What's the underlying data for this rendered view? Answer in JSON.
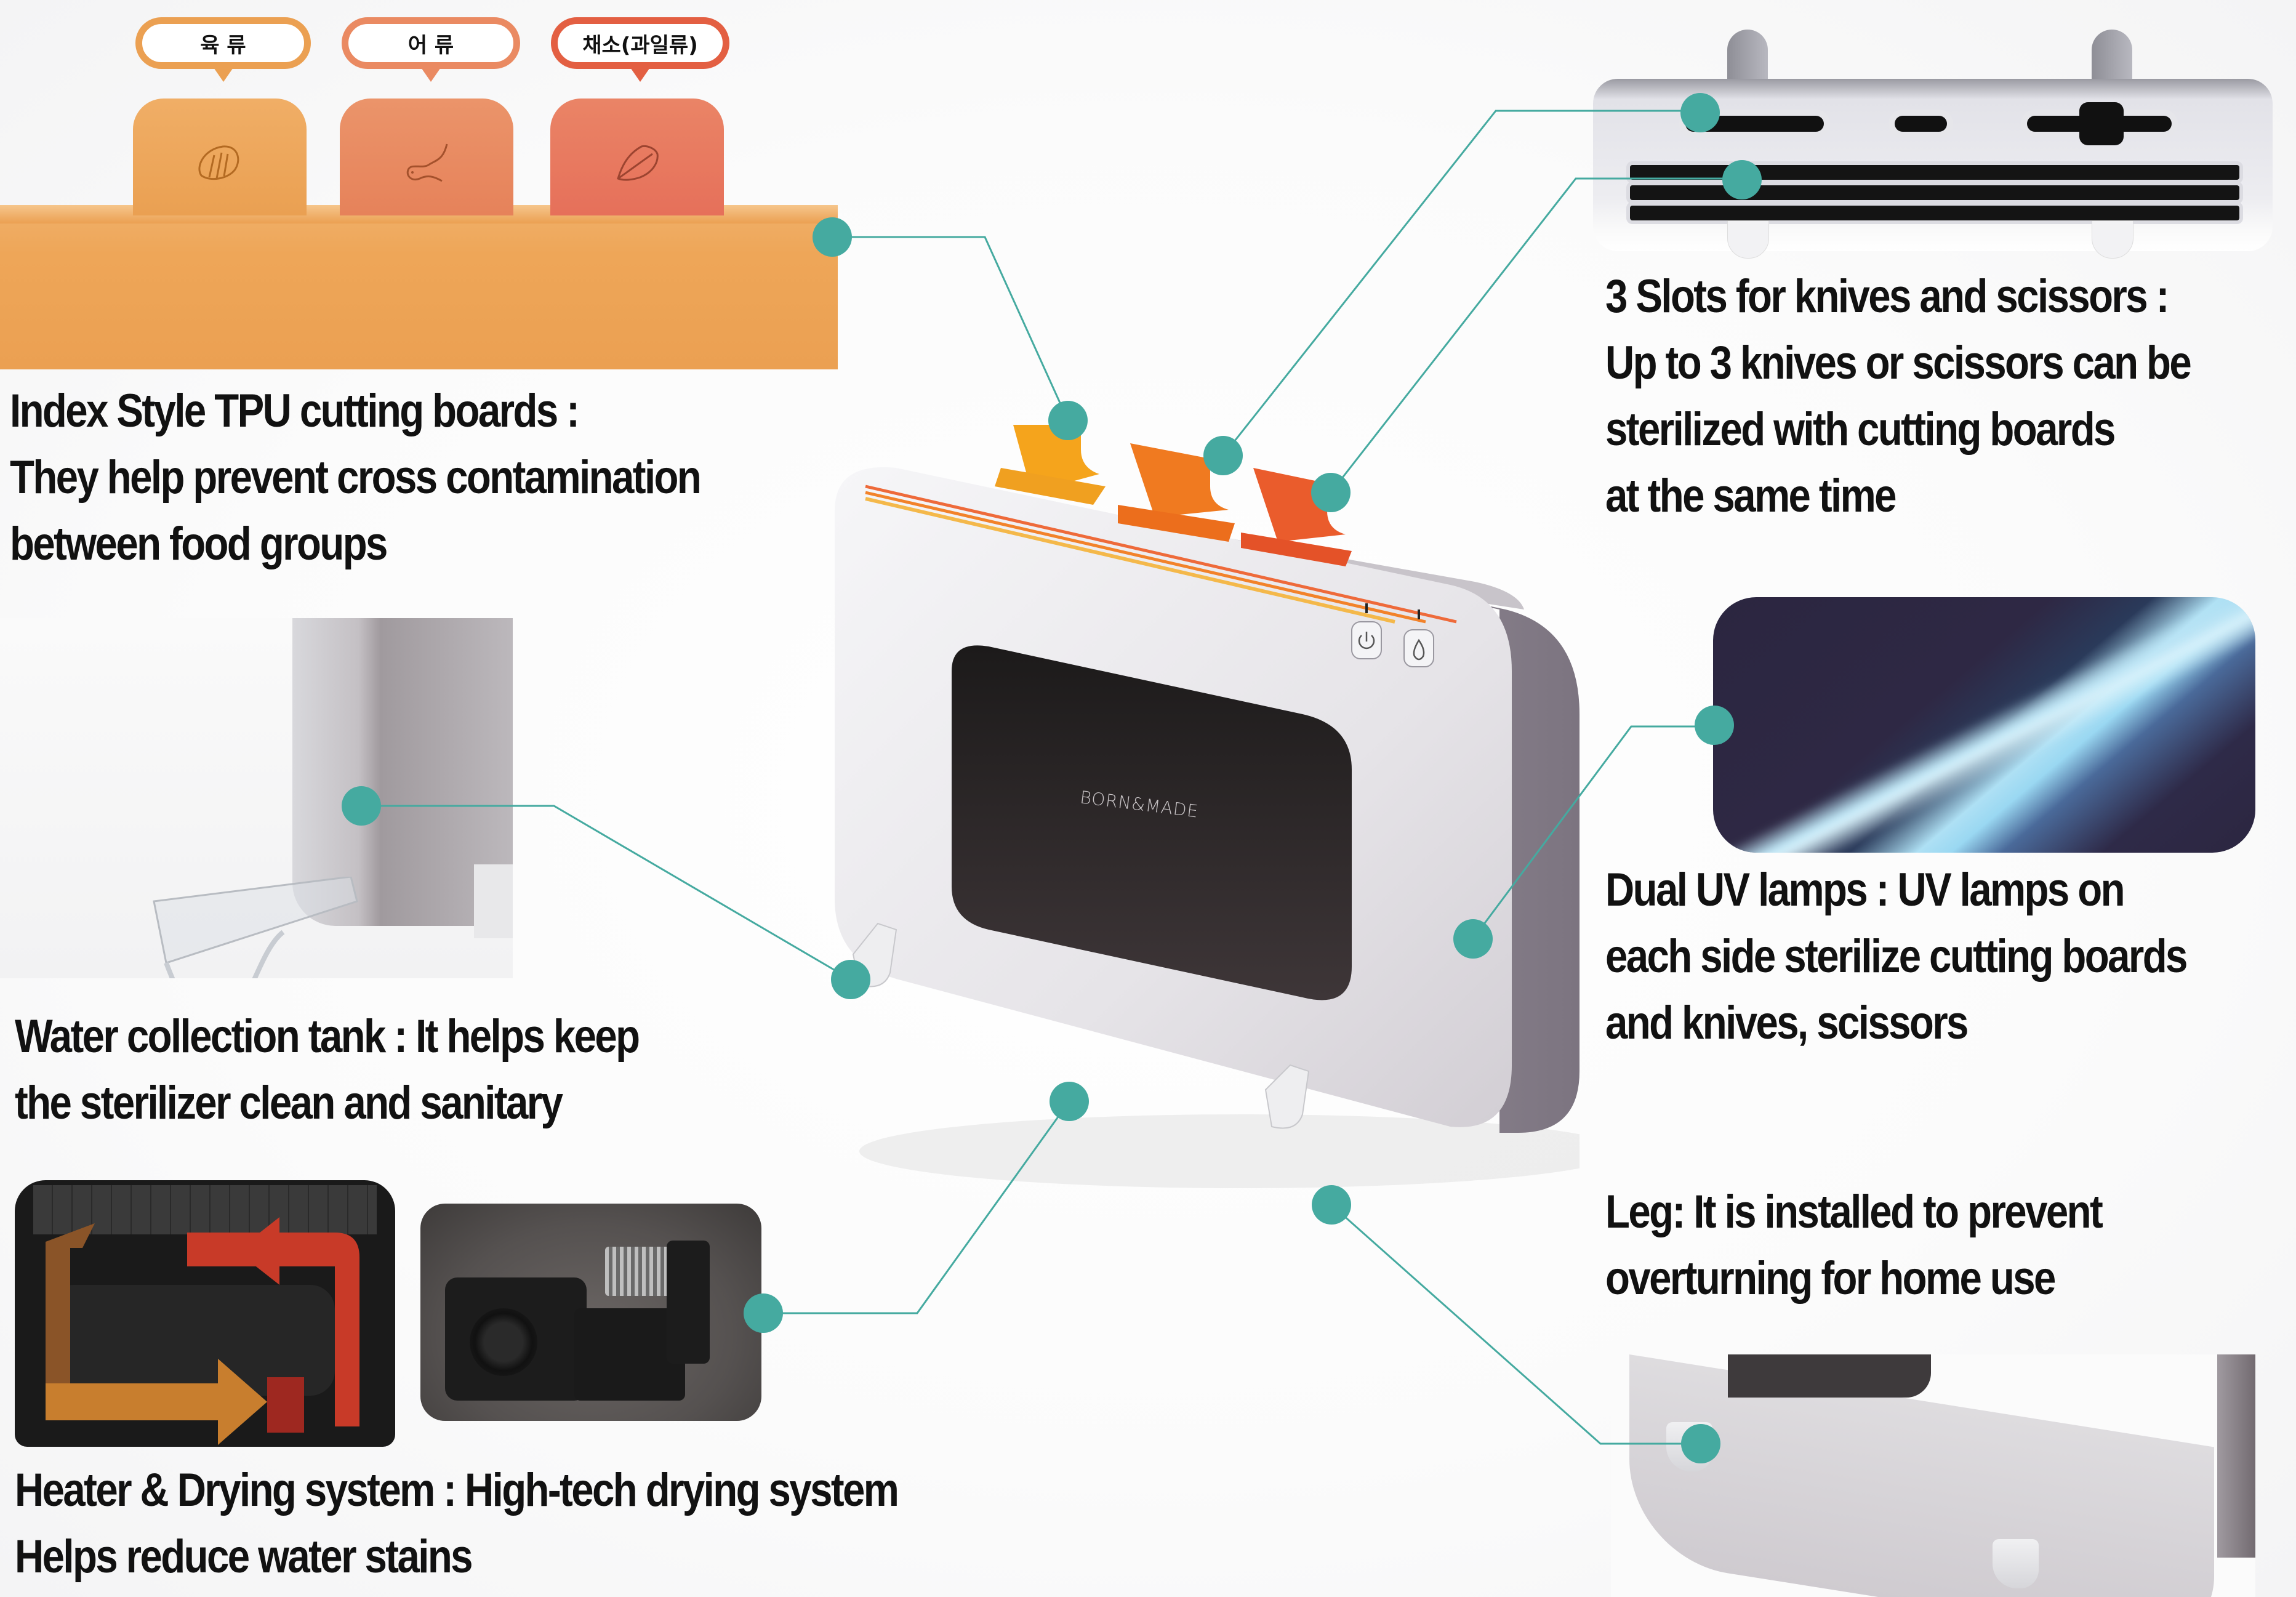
{
  "brand": "BORN&MADE",
  "accent_color": "#45aaa0",
  "cutting_boards": {
    "tabs": [
      {
        "label": "육 류",
        "meaning": "meat",
        "icon": "meat-icon",
        "color": "#eea658",
        "bubble_color": "#eba052"
      },
      {
        "label": "어 류",
        "meaning": "fish",
        "icon": "fish-icon",
        "color": "#e88a5c",
        "bubble_color": "#ea8a62"
      },
      {
        "label": "채소(과일류)",
        "meaning": "vegetables (fruits)",
        "icon": "leaf-icon",
        "color": "#e8775a",
        "bubble_color": "#e35f42"
      }
    ]
  },
  "features": [
    {
      "id": "cutting-boards",
      "lines": [
        "Index Style TPU cutting boards :",
        "They help prevent cross contamination",
        "between food groups"
      ]
    },
    {
      "id": "knife-slots",
      "lines": [
        "3 Slots for knives and scissors :",
        "Up to 3 knives or scissors can be",
        "sterilized with cutting boards",
        "at the same time"
      ]
    },
    {
      "id": "uv-lamps",
      "lines": [
        "Dual UV lamps : UV lamps on",
        "each side sterilize cutting boards",
        "and knives, scissors"
      ]
    },
    {
      "id": "water-tank",
      "lines": [
        "Water collection tank : It helps keep",
        "the sterilizer clean and sanitary"
      ]
    },
    {
      "id": "leg",
      "lines": [
        "Leg: It is installed to prevent",
        "overturning for home use"
      ]
    },
    {
      "id": "heater",
      "lines": [
        "Heater & Drying system : High-tech drying system",
        "Helps reduce water stains"
      ]
    }
  ],
  "device": {
    "buttons": [
      {
        "name": "power",
        "icon": "power-icon"
      },
      {
        "name": "dry",
        "icon": "drying-icon"
      }
    ]
  }
}
